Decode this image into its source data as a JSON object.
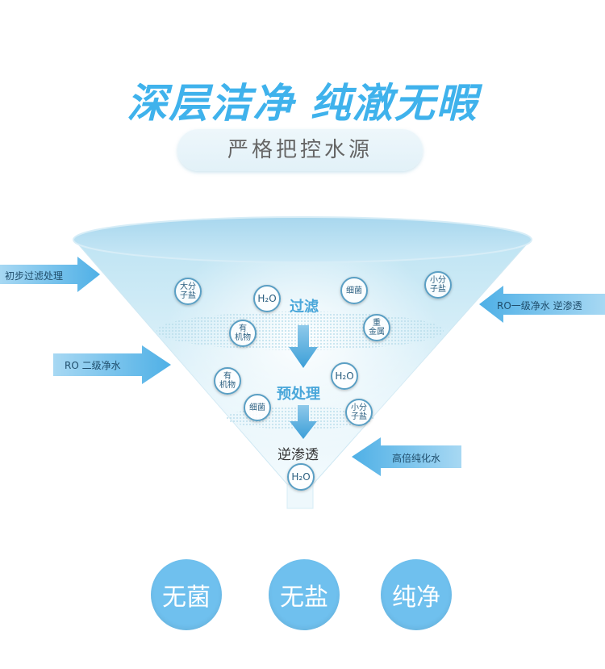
{
  "headline": "深层洁净  纯澈无暇",
  "subtitle": "严格把控水源",
  "stages": {
    "filter": "过滤",
    "pretreat": "预处理",
    "ro": "逆渗透"
  },
  "side_labels": {
    "left_top": "初步过滤处理",
    "left_mid": "RO  二级净水",
    "right_top": "RO一级净水  逆渗透",
    "right_bottom": "高倍纯化水"
  },
  "bubbles": {
    "b1": "大分\n子盐",
    "b2": "H₂O",
    "b3": "细菌",
    "b4": "小分\n子盐",
    "b5": "有\n机物",
    "b6": "重\n金属",
    "b7": "有\n机物",
    "b8": "H₂O",
    "b9": "细菌",
    "b10": "小分\n子盐",
    "b11": "H₂O"
  },
  "features": [
    "无菌",
    "无盐",
    "纯净"
  ],
  "colors": {
    "accent": "#3fb2ec",
    "arrow": "#5bb8ea",
    "circle": "#6fc0ee"
  }
}
